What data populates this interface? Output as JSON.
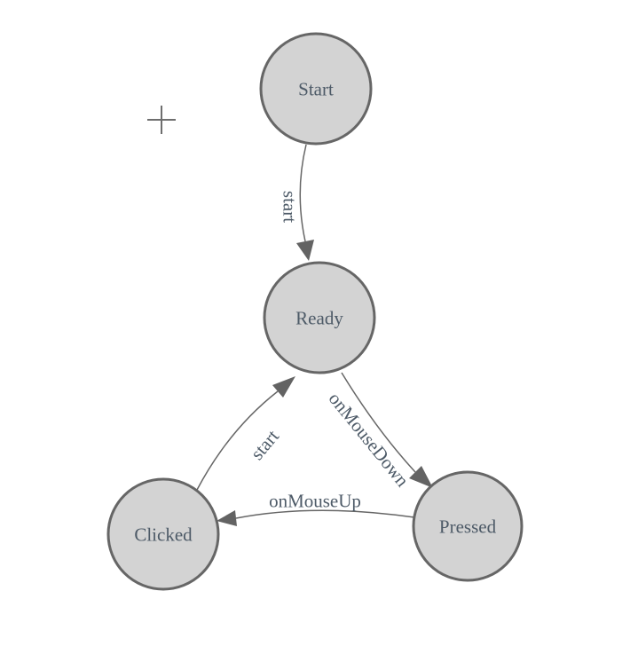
{
  "canvas": {
    "background": "#ffffff",
    "cursor_icon": "plus-crosshair"
  },
  "colors": {
    "node_fill": "#d3d3d3",
    "node_stroke": "#666666",
    "edge_stroke": "#666666",
    "arrowhead_fill": "#636363",
    "label_text": "#4d5a67",
    "crosshair": "#6e6e6e"
  },
  "diagram": {
    "type": "state-machine",
    "nodes": [
      {
        "id": "start",
        "label": "Start"
      },
      {
        "id": "ready",
        "label": "Ready"
      },
      {
        "id": "clicked",
        "label": "Clicked"
      },
      {
        "id": "pressed",
        "label": "Pressed"
      }
    ],
    "edges": [
      {
        "from": "start",
        "to": "ready",
        "label": "start"
      },
      {
        "from": "ready",
        "to": "pressed",
        "label": "onMouseDown"
      },
      {
        "from": "pressed",
        "to": "clicked",
        "label": "onMouseUp"
      },
      {
        "from": "clicked",
        "to": "ready",
        "label": "start"
      }
    ]
  }
}
